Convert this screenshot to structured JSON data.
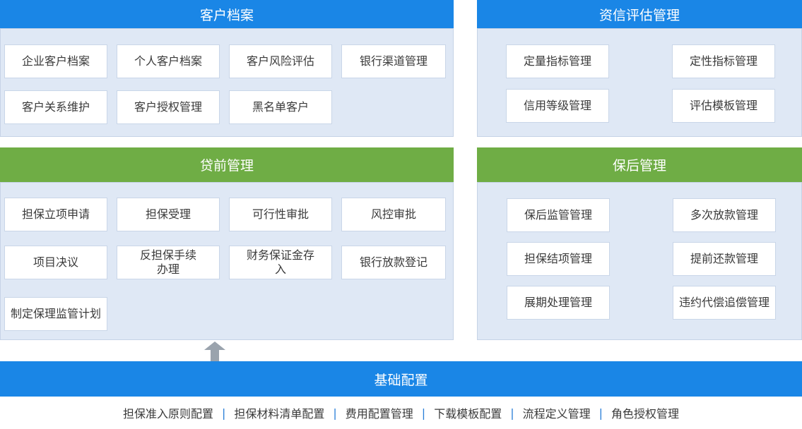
{
  "customer": {
    "title": "客户档案",
    "items": [
      "企业客户档案",
      "个人客户档案",
      "客户风险评估",
      "银行渠道管理",
      "客户关系维护",
      "客户授权管理",
      "黑名单客户"
    ]
  },
  "credit": {
    "title": "资信评估管理",
    "items": [
      "定量指标管理",
      "定性指标管理",
      "信用等级管理",
      "评估模板管理"
    ]
  },
  "preloan": {
    "title": "贷前管理",
    "items": [
      "担保立项申请",
      "担保受理",
      "可行性审批",
      "风控审批",
      "项目决议",
      "反担保手续办理",
      "财务保证金存入",
      "银行放款登记",
      "制定保理监管计划"
    ]
  },
  "postloan": {
    "title": "保后管理",
    "items": [
      "保后监管管理",
      "多次放款管理",
      "担保结项管理",
      "提前还款管理",
      "展期处理管理",
      "违约代偿追偿管理"
    ]
  },
  "base": {
    "title": "基础配置",
    "items": [
      "担保准入原则配置",
      "担保材料清单配置",
      "费用配置管理",
      "下载模板配置",
      "流程定义管理",
      "角色授权管理"
    ]
  },
  "colors": {
    "blue": "#1a86e6",
    "green": "#6fad45",
    "panel": "#dfe8f5",
    "separator": "#2a7fd8"
  }
}
